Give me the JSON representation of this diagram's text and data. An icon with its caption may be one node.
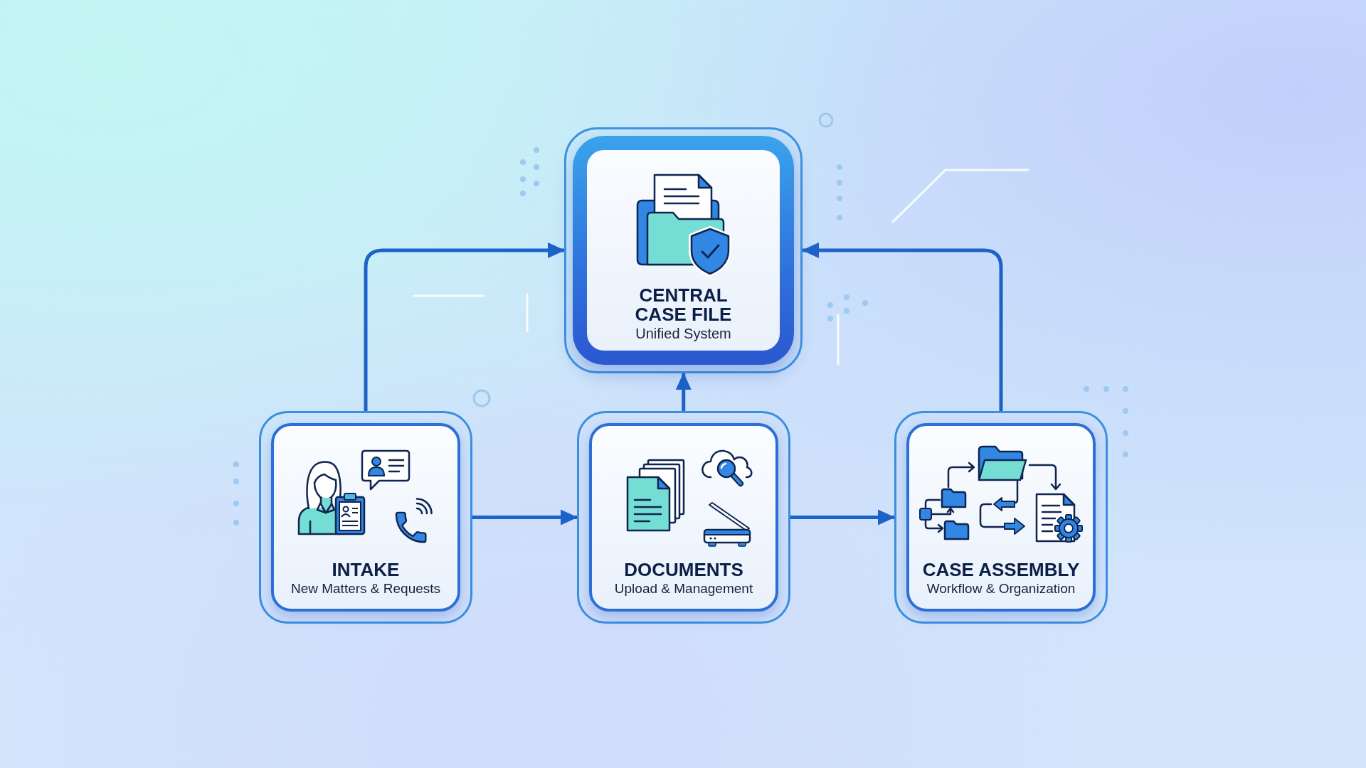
{
  "diagram": {
    "nodes": [
      {
        "text": [
          "CENTRAL CASE FILE",
          "Unified System"
        ]
      },
      {
        "text": [
          "INTAKE",
          "New Matters & Requests"
        ]
      },
      {
        "text": [
          "DOCUMENTS",
          "Upload & Management"
        ]
      },
      {
        "text": [
          "CASE ASSEMBLY",
          "Workflow & Organization"
        ]
      }
    ],
    "edges": [
      {
        "from": 1,
        "to": 0,
        "arrow": "to"
      },
      {
        "from": 2,
        "to": 0,
        "arrow": "to"
      },
      {
        "from": 3,
        "to": 0,
        "arrow": "to"
      },
      {
        "from": 1,
        "to": 2,
        "arrow": "to"
      },
      {
        "from": 2,
        "to": 3,
        "arrow": "to"
      }
    ]
  }
}
